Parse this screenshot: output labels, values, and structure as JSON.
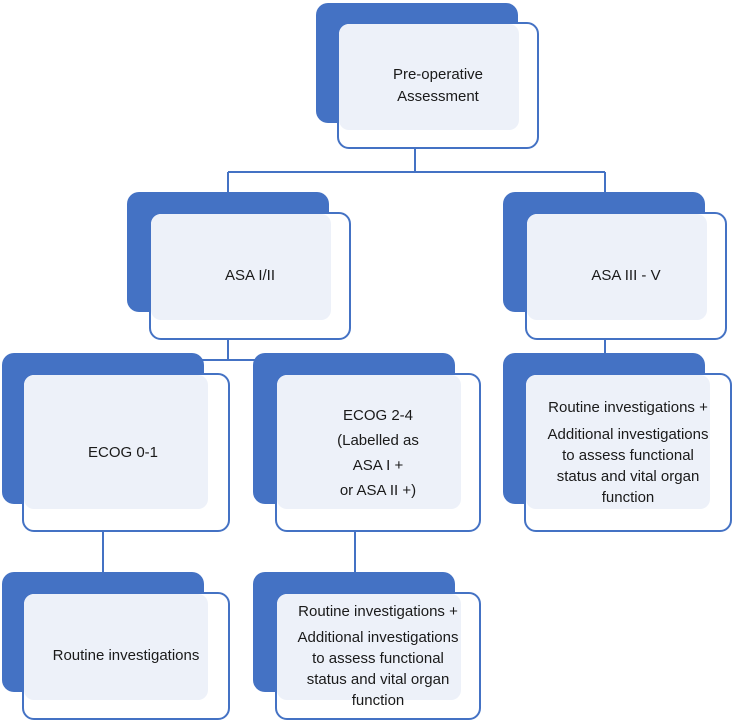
{
  "colors": {
    "accent": "#4472c4",
    "box_fill": "#edf1f9",
    "box_border": "#4472c4",
    "text": "#1a1a1a"
  },
  "nodes": {
    "root": {
      "lines": [
        "Pre-operative",
        "Assessment"
      ]
    },
    "asa_1_2": {
      "lines": [
        "ASA I/II"
      ]
    },
    "asa_3_5": {
      "lines": [
        "ASA III - V"
      ]
    },
    "ecog_0_1": {
      "lines": [
        "ECOG 0-1"
      ]
    },
    "ecog_2_4": {
      "lines": [
        "ECOG 2-4",
        "(Labelled as",
        "ASA I +",
        "or ASA II +)"
      ]
    },
    "asa_3_5_investigations": {
      "lines": [
        "Routine investigations +",
        "Additional investigations",
        "to assess functional",
        "status and vital organ",
        "function"
      ]
    },
    "ecog_0_1_investigations": {
      "lines": [
        "Routine investigations"
      ]
    },
    "ecog_2_4_investigations": {
      "lines": [
        "Routine investigations +",
        "Additional investigations",
        "to assess functional",
        "status and vital organ",
        "function"
      ]
    }
  }
}
